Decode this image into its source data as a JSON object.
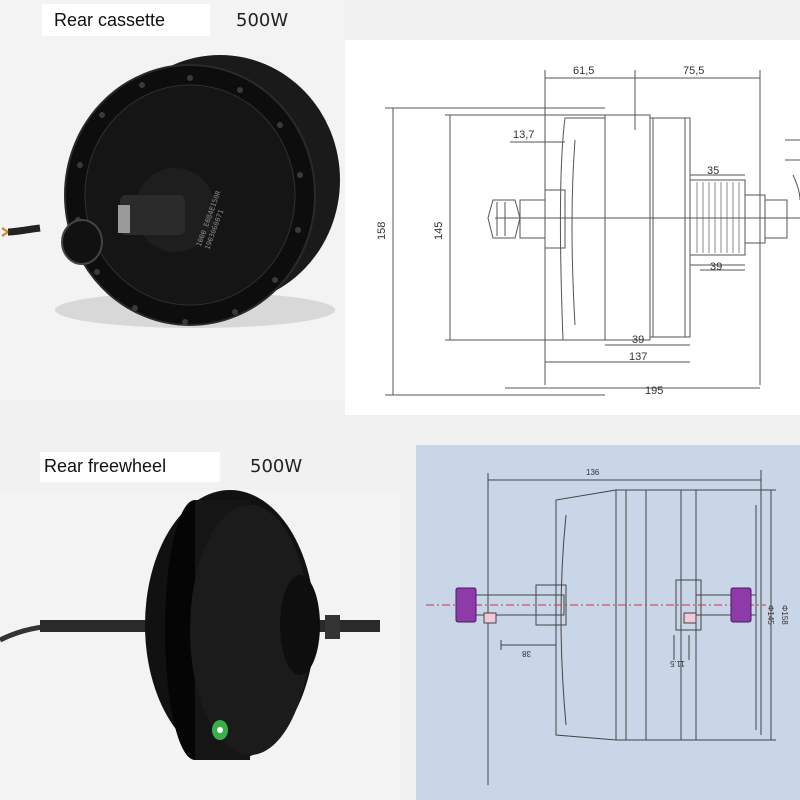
{
  "top": {
    "label": "Rear cassette",
    "power": "500W",
    "motor_name": "black-hub-motor-with-cassette",
    "markings": [
      "1000 E084E150R",
      "1903060071"
    ],
    "drawing": {
      "dims": {
        "left_width": "61,5",
        "right_width": "75,5",
        "flange": "13,7",
        "outer_dia": "158",
        "inner_dia": "145",
        "cassette_top": "35",
        "cassette_bottom": "39",
        "body_width": "39",
        "axle_inner": "137",
        "axle_total": "195"
      }
    }
  },
  "bottom": {
    "label": "Rear freewheel",
    "power": "500W",
    "motor_name": "black-hub-motor-freewheel",
    "drawing": {
      "bg_color": "#c9d6e8",
      "accent_color": "#8e3aa8",
      "dims": {
        "width_top": "136",
        "outer_dia": "Φ158",
        "inner_dia": "Φ145",
        "left_gap": "38",
        "right_gap": "11.5"
      }
    }
  }
}
